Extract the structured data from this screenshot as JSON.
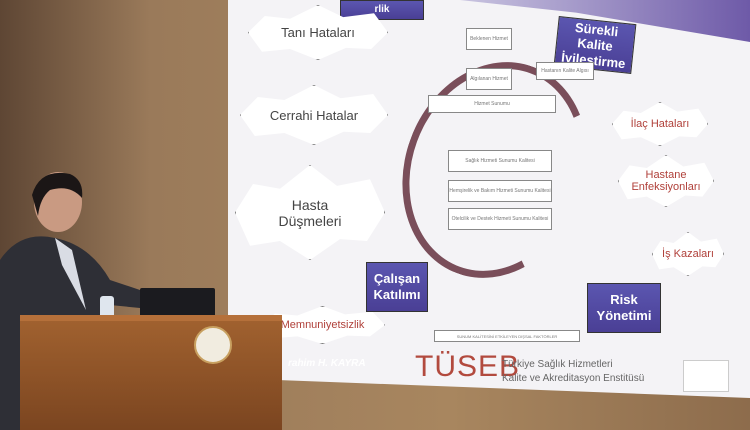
{
  "slide": {
    "top_box_partial": "rlik",
    "hazards_left": [
      "Tanı Hataları",
      "Cerrahi Hatalar",
      "Hasta Düşmeleri",
      "Memnuniyetsizlik"
    ],
    "hazards_right": [
      "İlaç Hataları",
      "Hastane Enfeksiyonları",
      "İş Kazaları"
    ],
    "pillars": {
      "top": "Sürekli Kalite İyileştirme",
      "left": "Çalışan Katılımı",
      "right": "Risk Yönetimi"
    },
    "diagram": {
      "expected": "Beklenen Hizmet",
      "perceived": "Algılanan Hizmet",
      "patient_perception": "Hastanın Kalite Algısı",
      "delivery": "Hizmet Sunumu",
      "health": "Sağlık Hizmeti Sunumu Kalitesi",
      "nursing": "Hemşirelik ve Bakım Hizmeti Sunumu Kalitesi",
      "hotel": "Otelcilik ve Destek Hizmeti Sunumu Kalitesi",
      "external": "SUNUM KALİTESİNİ ETKİLEYEN DIŞSAL FAKTÖRLER"
    },
    "presenter": "rahim H. KAYRA",
    "logo": "TÜSEB",
    "institute_line1": "Türkiye Sağlık Hizmetleri",
    "institute_line2": "Kalite ve Akreditasyon Enstitüsü"
  }
}
